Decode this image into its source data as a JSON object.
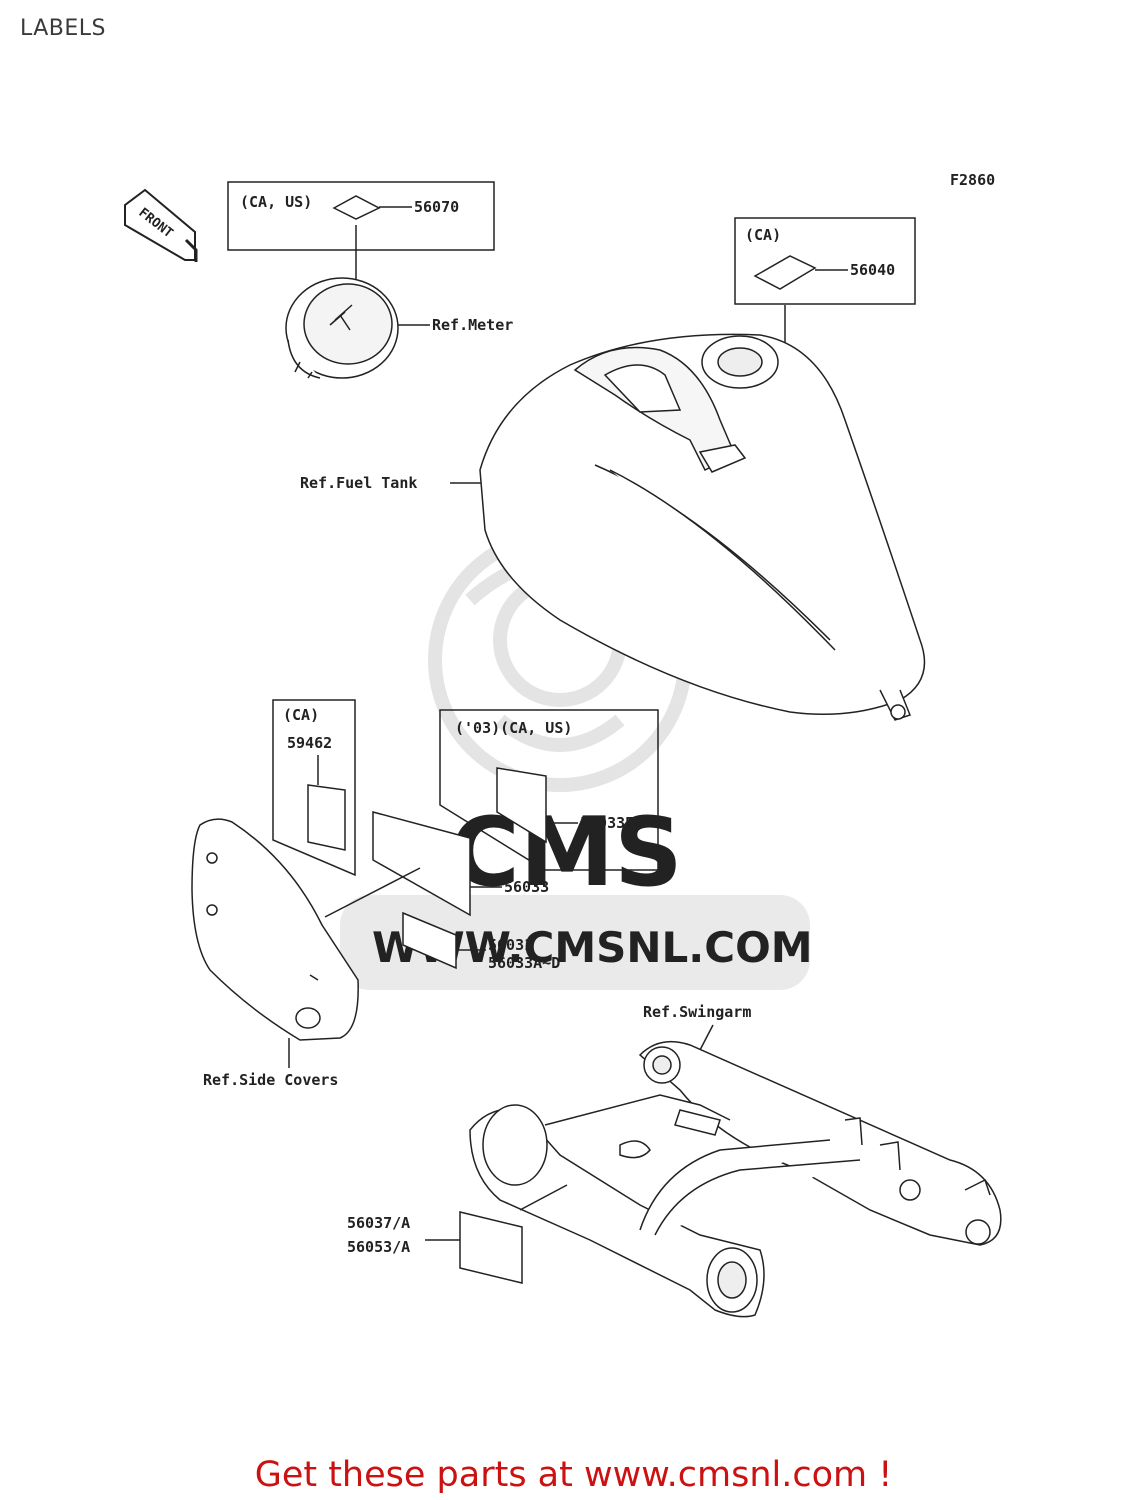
{
  "page": {
    "title": "LABELS"
  },
  "figure_code": "F2860",
  "front_marker": "FRONT",
  "watermark": {
    "url_text": "WWW.CMSNL.COM",
    "brand_text": "CMS"
  },
  "callouts": {
    "meter_box_region": "(CA, US)",
    "meter_label_part": "56070",
    "meter_ref": "Ref.Meter",
    "tank_box_region": "(CA)",
    "tank_label_part": "56040",
    "fuel_tank_ref": "Ref.Fuel Tank",
    "side_box_region": "(CA)",
    "side_label_part": "59462",
    "year_box_region": "('03)(CA, US)",
    "year_label_part": "56033E",
    "cover_label_part": "56033",
    "small_label_part_1": "56031",
    "small_label_part_2": "56033A~D",
    "side_covers_ref": "Ref.Side Covers",
    "swingarm_ref": "Ref.Swingarm",
    "swingarm_label_part_1": "56037/A",
    "swingarm_label_part_2": "56053/A"
  },
  "footer": {
    "cta": "Get these parts at www.cmsnl.com !"
  },
  "colors": {
    "line": "#222222",
    "footer": "#cc1111",
    "watermark": "#e6e6e6"
  }
}
